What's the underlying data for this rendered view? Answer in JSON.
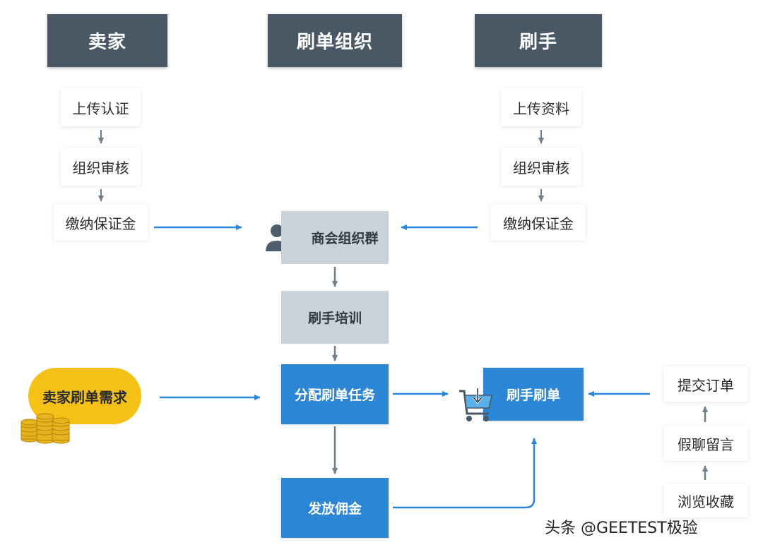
{
  "headers": {
    "seller": "卖家",
    "org": "刷单组织",
    "brusher": "刷手"
  },
  "seller_steps": [
    "上传认证",
    "组织审核",
    "缴纳保证金"
  ],
  "brusher_steps": [
    "上传资料",
    "组织审核",
    "缴纳保证金"
  ],
  "center": {
    "group": "商会组织群",
    "training": "刷手培训",
    "assign": "分配刷单任务",
    "commission": "发放佣金"
  },
  "seller_demand": "卖家刷单需求",
  "brusher_order": "刷手刷单",
  "order_steps": [
    "提交订单",
    "假聊留言",
    "浏览收藏"
  ],
  "watermark": "头条 @GEETEST极验",
  "colors": {
    "header": "#4a5866",
    "grey_box": "#c9d1d9",
    "blue_box": "#2b86d6",
    "demand": "#f5c116",
    "arrow_blue": "#2b86d6",
    "arrow_grey": "#6f7e8c"
  },
  "icons": [
    "users-icon",
    "coins-icon",
    "shopping-cart-icon"
  ]
}
